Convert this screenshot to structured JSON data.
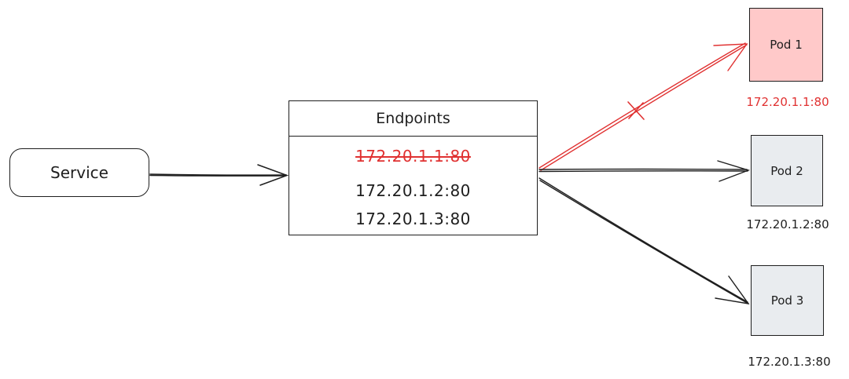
{
  "service": {
    "label": "Service"
  },
  "endpoints": {
    "title": "Endpoints",
    "entries": [
      {
        "address": "172.20.1.1:80",
        "removed": true
      },
      {
        "address": "172.20.1.2:80",
        "removed": false
      },
      {
        "address": "172.20.1.3:80",
        "removed": false
      }
    ]
  },
  "pods": [
    {
      "label": "Pod 1",
      "ip": "172.20.1.1:80",
      "fill": "#ffc9c9",
      "ip_color": "#e03131",
      "link": "broken"
    },
    {
      "label": "Pod 2",
      "ip": "172.20.1.2:80",
      "fill": "#e9ecef",
      "ip_color": "#1e1e1e",
      "link": "ok"
    },
    {
      "label": "Pod 3",
      "ip": "172.20.1.3:80",
      "fill": "#e9ecef",
      "ip_color": "#1e1e1e",
      "link": "ok"
    }
  ],
  "colors": {
    "stroke": "#1e1e1e",
    "error": "#e03131"
  }
}
